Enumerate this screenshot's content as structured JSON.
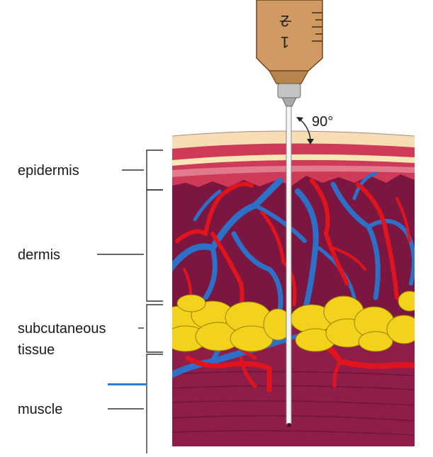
{
  "labels": {
    "epidermis": "epidermis",
    "dermis": "dermis",
    "subcutaneous_line1": "subcutaneous",
    "subcutaneous_line2": "tissue",
    "muscle": "muscle"
  },
  "angle_label": "90°",
  "syringe_markings": [
    "2",
    "1"
  ],
  "colors": {
    "syringe": "#d29a63",
    "skin_surface": "#f6ddb4",
    "epidermis": "#cf3a58",
    "dermis": "#7a1640",
    "fat": "#f2d21c",
    "muscle": "#8e1e49",
    "artery": "#e0141c",
    "vein": "#2c70c8",
    "accent_line": "#2a7fd4"
  }
}
